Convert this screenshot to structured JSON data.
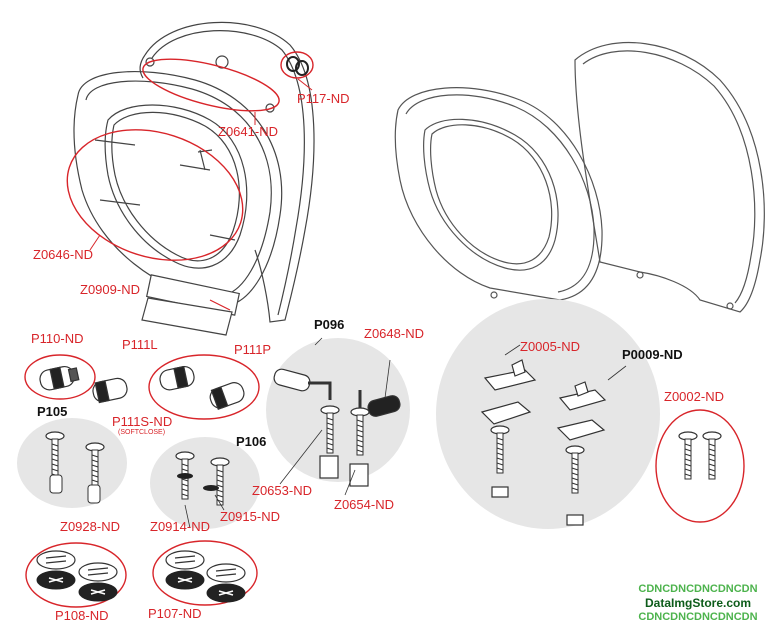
{
  "colors": {
    "label_red": "#d8252a",
    "label_black": "#111111",
    "group_fill": "#e6e6e6",
    "watermark_dark": "#0d5c1a",
    "watermark_light": "#4db34d"
  },
  "labels": {
    "p117": "P117-ND",
    "z0641": "Z0641-ND",
    "z0646": "Z0646-ND",
    "z0909": "Z0909-ND",
    "p110": "P110-ND",
    "p111l": "P111L",
    "p111p": "P111P",
    "p111s": "P111S-ND",
    "softclose": "(SOFTCLOSE)",
    "p105": "P105",
    "p106": "P106",
    "p096": "P096",
    "z0648": "Z0648-ND",
    "z0005": "Z0005-ND",
    "p0009": "P0009-ND",
    "z0002": "Z0002-ND",
    "z0653": "Z0653-ND",
    "z0654": "Z0654-ND",
    "z0928": "Z0928-ND",
    "z0914": "Z0914-ND",
    "z0915": "Z0915-ND",
    "p108": "P108-ND",
    "p107": "P107-ND"
  },
  "watermark": {
    "line1": "CDNCDNCDNCDNCDN",
    "line2": "DataImgStore.com",
    "line3": "CDNCDNCDNCDNCDN"
  }
}
